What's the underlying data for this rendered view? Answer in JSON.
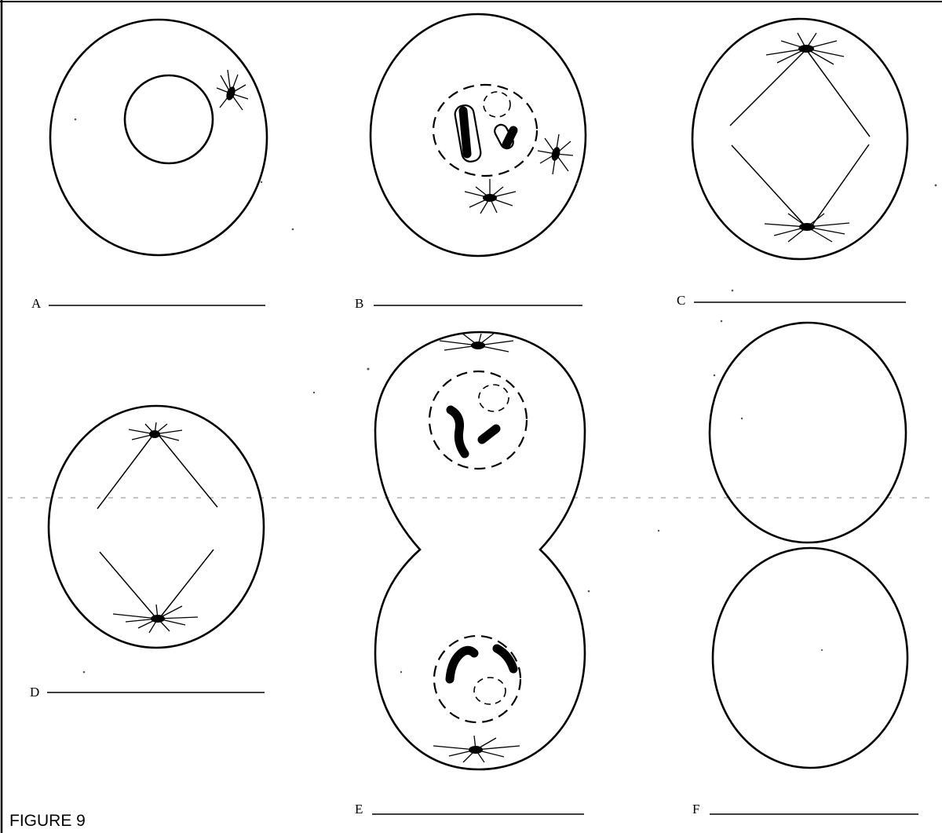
{
  "figure": {
    "caption": "FIGURE 9",
    "panels": [
      {
        "id": "A",
        "label": "A"
      },
      {
        "id": "B",
        "label": "B"
      },
      {
        "id": "C",
        "label": "C"
      },
      {
        "id": "D",
        "label": "D"
      },
      {
        "id": "E",
        "label": "E"
      },
      {
        "id": "F",
        "label": "F"
      }
    ]
  },
  "colors": {
    "ink": "#000000",
    "paper": "#ffffff"
  }
}
